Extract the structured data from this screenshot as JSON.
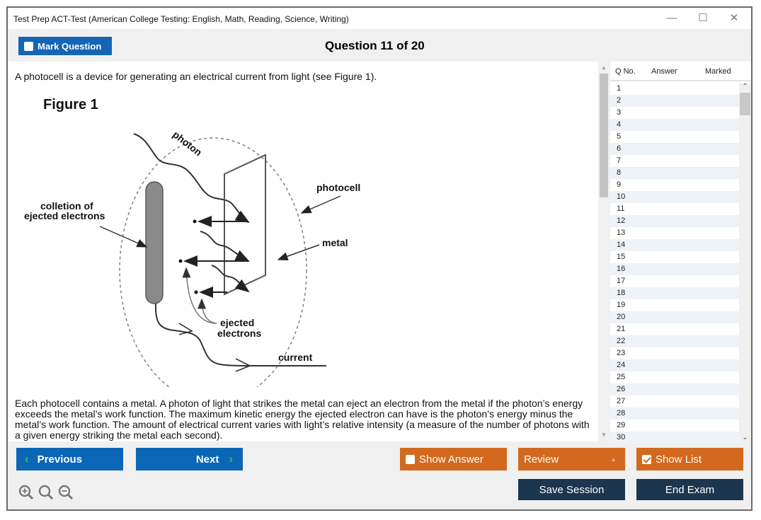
{
  "window": {
    "title": "Test Prep ACT-Test (American College Testing: English, Math, Reading, Science, Writing)",
    "controls": {
      "minimize": "—",
      "maximize": "☐",
      "close": "✕"
    }
  },
  "header": {
    "mark_question_label": "Mark Question",
    "mark_question_checked": false,
    "question_title": "Question 11 of 20"
  },
  "content": {
    "intro": "A photocell is a device for generating an electrical current from light (see Figure 1).",
    "figure": {
      "title": "Figure 1",
      "labels": {
        "photon": "photon",
        "photocell": "photocell",
        "collection_line1": "colletion of",
        "collection_line2": "ejected electrons",
        "metal": "metal",
        "ejected_line1": "ejected",
        "ejected_line2": "electrons",
        "current": "current"
      }
    },
    "passage": "Each photocell contains a metal. A photon of light that strikes the metal can eject an electron from the metal if the photon’s energy exceeds the metal’s work function. The maximum kinetic energy the ejected electron can have is the photon’s energy minus the metal’s work function. The amount of electrical current varies with light’s relative intensity (a measure of the number of photons with a given energy striking the metal each second)."
  },
  "question_list": {
    "columns": [
      "Q No.",
      "Answer",
      "Marked"
    ],
    "rows": [
      "1",
      "2",
      "3",
      "4",
      "5",
      "6",
      "7",
      "8",
      "9",
      "10",
      "11",
      "12",
      "13",
      "14",
      "15",
      "16",
      "17",
      "18",
      "19",
      "20",
      "21",
      "22",
      "23",
      "24",
      "25",
      "26",
      "27",
      "28",
      "29",
      "30"
    ]
  },
  "footer": {
    "previous_label": "Previous",
    "next_label": "Next",
    "show_answer_label": "Show Answer",
    "show_answer_checked": false,
    "review_label": "Review",
    "show_list_label": "Show List",
    "show_list_checked": true,
    "save_session_label": "Save Session",
    "end_exam_label": "End Exam"
  },
  "colors": {
    "primary_blue": "#0b66b6",
    "orange": "#d2691e",
    "navy": "#1c3650",
    "chevron_green": "#2ecc40"
  }
}
